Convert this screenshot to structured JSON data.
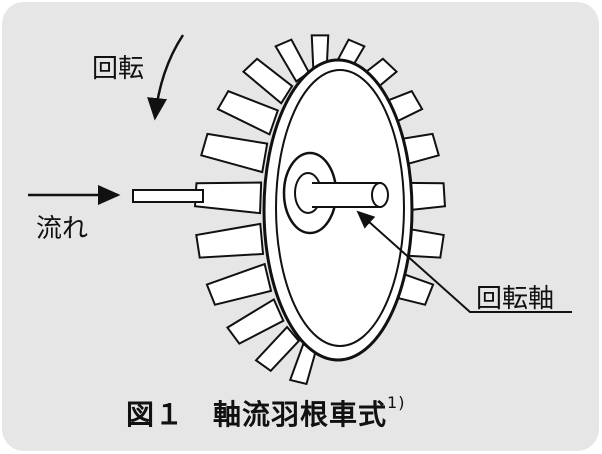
{
  "labels": {
    "rotation": "回転",
    "flow": "流れ",
    "rotation_shaft": "回転軸"
  },
  "caption": {
    "figure": "図１",
    "title": "軸流羽根車式",
    "reference": "1)"
  },
  "colors": {
    "background": "#e6e6e6",
    "stroke": "#111111"
  }
}
